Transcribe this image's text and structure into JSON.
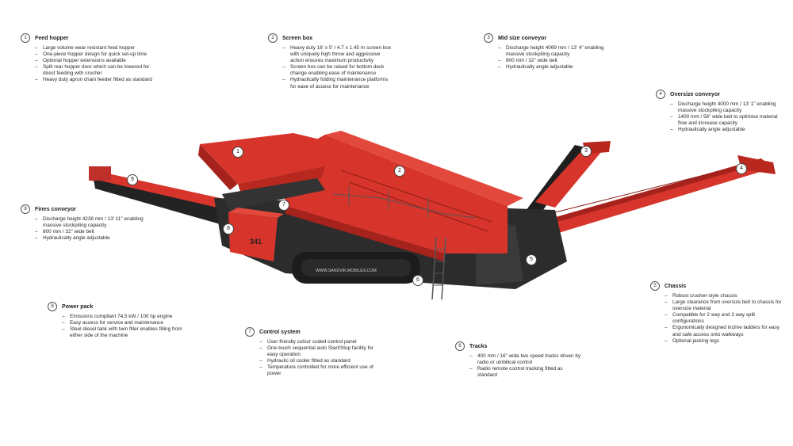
{
  "callouts": [
    {
      "num": "1",
      "title": "Feed hopper",
      "items": [
        "Large volume wear resistant feed hopper",
        "One-piece hopper design for quick set-up time",
        "Optional hopper extensions available",
        "Split rear hopper door which can be lowered for direct feeding with crusher",
        "Heavy duty apron chain feeder fitted as standard"
      ]
    },
    {
      "num": "2",
      "title": "Screen box",
      "items": [
        "Heavy duty 16' x 5' / 4.7 x 1.45 m screen box with uniquely high throw and aggressive action ensures maximum productivity",
        "Screen box can be raised for bottom deck change enabling ease of maintenance",
        "Hydraulically folding maintenance platforms for ease of access for maintenance"
      ]
    },
    {
      "num": "3",
      "title": "Mid size conveyor",
      "items": [
        "Discharge height 4069 mm / 13' 4\" enabling massive stockpiling capacity",
        "800 mm / 32\" wide belt",
        "Hydraulically angle adjustable"
      ]
    },
    {
      "num": "4",
      "title": "Oversize conveyor",
      "items": [
        "Discharge height 4000 mm / 13' 1\" enabling massive stockpiling capacity",
        "1400 mm / 56\" wide belt to optimise material flow and increase capacity",
        "Hydraulically angle adjustable"
      ]
    },
    {
      "num": "5",
      "title": "Chassis",
      "items": [
        "Robust crusher-style chassis",
        "Large clearance from oversize belt to chassis for oversize material",
        "Compatible for 2 way and 3 way split configurations",
        "Ergonomically designed incline ladders for easy and safe access onto walkways",
        "Optional jacking legs"
      ]
    },
    {
      "num": "6",
      "title": "Tracks",
      "items": [
        "400 mm / 16\" wide two speed tracks driven by radio or umbilical control",
        "Radio remote control tracking fitted as standard"
      ]
    },
    {
      "num": "7",
      "title": "Control system",
      "items": [
        "User friendly colour coded control panel",
        "One-touch sequential auto Start/Stop facility for easy operation",
        "Hydraulic oil cooler fitted as standard",
        "Temperature controlled for more efficient use of power"
      ]
    },
    {
      "num": "8",
      "title": "Power pack",
      "items": [
        "Emissions compliant 74.5 kW / 100 hp engine",
        "Easy access for service and maintenance",
        "Steel diesel tank with twin filler enables filling from either side of the machine"
      ]
    },
    {
      "num": "9",
      "title": "Fines conveyor",
      "items": [
        "Discharge height 4238 mm / 13' 11\" enabling massive stockpiling capacity",
        "800 mm / 32\" wide belt",
        "Hydraulically angle adjustable"
      ]
    }
  ],
  "markers": [
    "1",
    "2",
    "3",
    "4",
    "5",
    "6",
    "7",
    "8",
    "9"
  ],
  "machine": {
    "track_text": "WWW.SANDVIK.MOBILES.COM",
    "model_text": "341"
  },
  "colors": {
    "body_red": "#d7352b",
    "dark_red": "#a5231c",
    "steel": "#2c2c2c",
    "belt": "#1a1a1a"
  }
}
